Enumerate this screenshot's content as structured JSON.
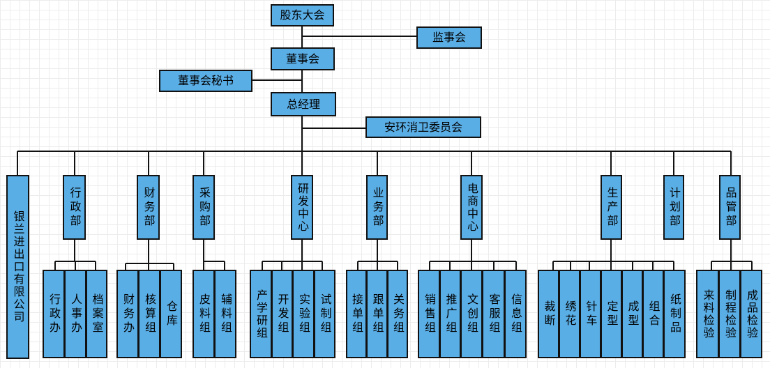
{
  "top": {
    "shareholders": "股东大会",
    "supervisors": "监事会",
    "board": "董事会",
    "board_secretary": "董事会秘书",
    "general_manager": "总经理",
    "safety_committee": "安环消卫委员会"
  },
  "departments": [
    {
      "id": "yinlan",
      "label": "银兰进出口有限公司",
      "subs": []
    },
    {
      "id": "admin",
      "label": "行政部",
      "subs": [
        "行政办",
        "人事办",
        "档案室"
      ]
    },
    {
      "id": "finance",
      "label": "财务部",
      "subs": [
        "财务办",
        "核算组",
        "仓库"
      ]
    },
    {
      "id": "purchase",
      "label": "采购部",
      "subs": [
        "皮料组",
        "辅料组"
      ]
    },
    {
      "id": "rnd",
      "label": "研发中心",
      "subs": [
        "产学研组",
        "开发组",
        "实验组",
        "试制组"
      ]
    },
    {
      "id": "business",
      "label": "业务部",
      "subs": [
        "接单组",
        "跟单组",
        "关务组"
      ]
    },
    {
      "id": "ecommerce",
      "label": "电商中心",
      "subs": [
        "销售组",
        "推广组",
        "文创组",
        "客服组",
        "信息组"
      ]
    },
    {
      "id": "production",
      "label": "生产部",
      "subs": [
        "裁断",
        "绣花",
        "针车",
        "定型",
        "成型",
        "组合",
        "纸制品"
      ]
    },
    {
      "id": "planning",
      "label": "计划部",
      "subs": []
    },
    {
      "id": "quality",
      "label": "品管部",
      "subs": [
        "来料检验",
        "制程检验",
        "成品检验"
      ]
    }
  ]
}
